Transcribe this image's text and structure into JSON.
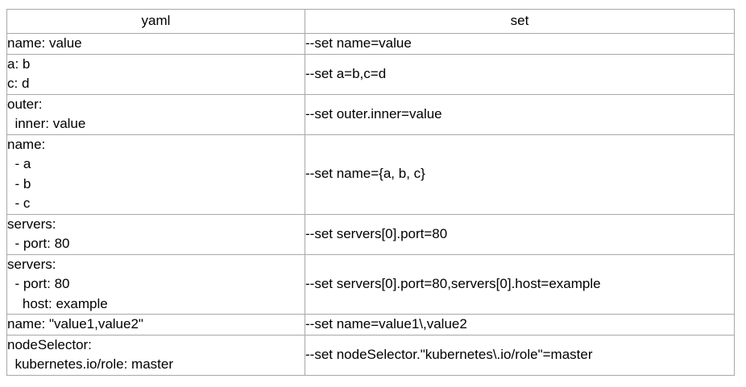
{
  "table": {
    "headers": {
      "yaml": "yaml",
      "set": "set"
    },
    "rows": [
      {
        "yaml": "name: value",
        "set": "--set name=value"
      },
      {
        "yaml": "a: b\nc: d",
        "set": "--set a=b,c=d"
      },
      {
        "yaml": "outer:\n  inner: value",
        "set": "--set outer.inner=value"
      },
      {
        "yaml": "name:\n  - a\n  - b\n  - c",
        "set": "--set name={a, b, c}"
      },
      {
        "yaml": "servers:\n  - port: 80",
        "set": "--set servers[0].port=80"
      },
      {
        "yaml": "servers:\n  - port: 80\n    host: example",
        "set": "--set servers[0].port=80,servers[0].host=example"
      },
      {
        "yaml": "name: \"value1,value2\"",
        "set": "--set name=value1\\,value2"
      },
      {
        "yaml": "nodeSelector:\n  kubernetes.io/role: master",
        "set": "--set nodeSelector.\"kubernetes\\.io/role\"=master"
      }
    ]
  },
  "colors": {
    "border": "#a8a8a8",
    "background": "#ffffff",
    "text": "#000000"
  }
}
